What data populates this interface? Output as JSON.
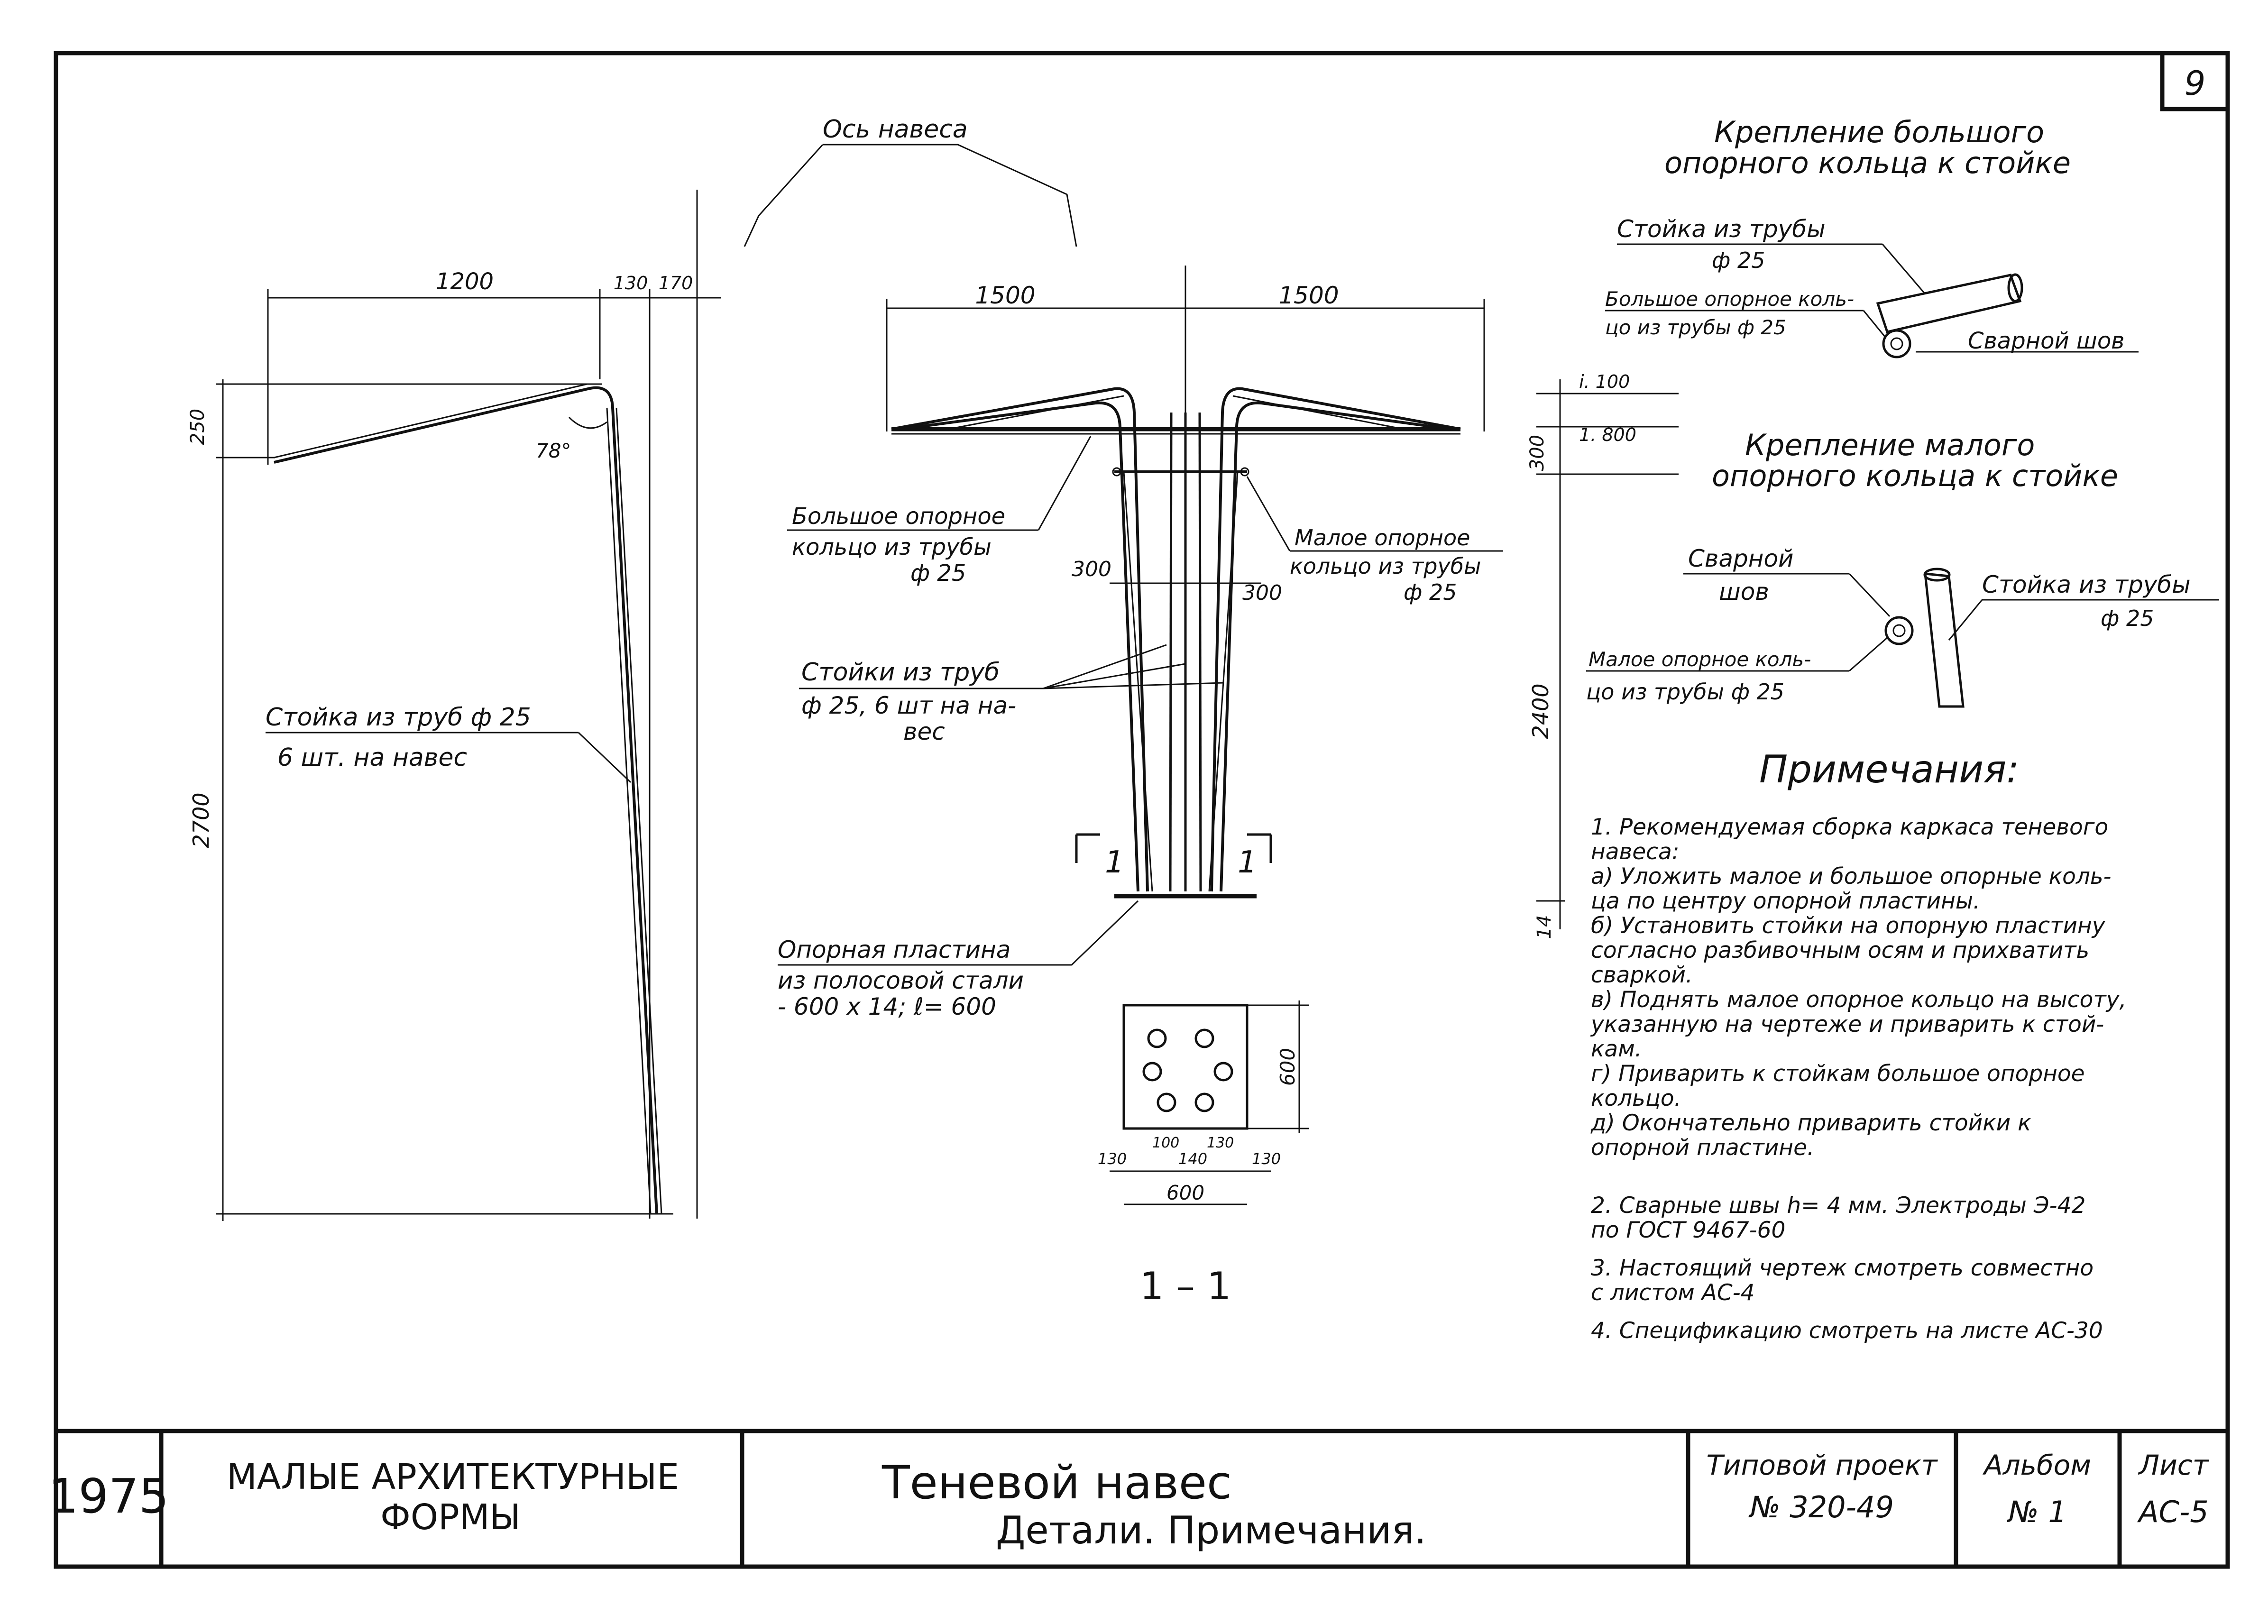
{
  "sheet": {
    "number": "9",
    "year": "1975",
    "org_line1": "МАЛЫЕ АРХИТЕКТУРНЫЕ",
    "org_line2": "ФОРМЫ",
    "title_line1": "Теневой навес",
    "title_line2": "Детали. Примечания.",
    "project_label": "Типовой проект",
    "project_value": "№ 320-49",
    "album_label": "Альбом",
    "album_value": "№ 1",
    "list_label": "Лист",
    "list_value": "АС-5"
  },
  "side_view": {
    "dim_1200": "1200",
    "dim_130": "130",
    "dim_170": "170",
    "dim_250": "250",
    "angle_78": "78°",
    "dim_2700": "2700",
    "label_stoyka_1": "Стойка из труб ф 25",
    "label_stoyka_2": "6 шт. на навес"
  },
  "front_view": {
    "axis_label": "Ось навеса",
    "dim_1500_left": "1500",
    "dim_1500_right": "1500",
    "big_ring_1": "Большое опорное",
    "big_ring_2": "кольцо из трубы",
    "big_ring_3": "ф 25",
    "small_ring_1": "Малое опорное",
    "small_ring_2": "кольцо из трубы",
    "small_ring_3": "ф 25",
    "dim_300_left": "300",
    "dim_300_right": "300",
    "posts_1": "Стойки из труб",
    "posts_2": "ф 25, 6 шт на на-",
    "posts_3": "вес",
    "section_mark": "1",
    "plate_1": "Опорная пластина",
    "plate_2": "из полосовой стали",
    "plate_3": "- 600 x 14;  ℓ= 600",
    "dim_i100": "i. 100",
    "dim_i800": "1. 800",
    "dim_300_ring": "300",
    "dim_2400": "2400",
    "dim_14": "14",
    "plate_dim_600_side": "600",
    "plate_dim_130_l": "130",
    "plate_dim_100": "100",
    "plate_dim_140": "140",
    "plate_dim_130_m": "130",
    "plate_dim_130_r": "130",
    "plate_dim_600_bottom": "600",
    "section_label": "1 – 1"
  },
  "detail_big": {
    "title_1": "Крепление большого",
    "title_2": "опорного кольца к стойке",
    "stoyka_1": "Стойка из трубы",
    "stoyka_2": "ф 25",
    "ring_1": "Большое опорное коль-",
    "ring_2": "цо из трубы  ф 25",
    "weld": "Сварной шов"
  },
  "detail_small": {
    "title_1": "Крепление малого",
    "title_2": "опорного кольца к стойке",
    "weld_1": "Сварной",
    "weld_2": "шов",
    "stoyka_1": "Стойка из трубы",
    "stoyka_2": "ф 25",
    "ring_1": "Малое опорное коль-",
    "ring_2": "цо из трубы ф 25"
  },
  "notes": {
    "heading": "Примечания:",
    "lines": [
      "1. Рекомендуемая сборка каркаса теневого",
      "   навеса:",
      "   а) Уложить малое и большое опорные коль-",
      "   ца по центру опорной пластины.",
      "   б) Установить стойки на опорную пластину",
      "   согласно разбивочным осям и прихватить",
      "   сваркой.",
      "   в) Поднять малое опорное кольцо на высоту,",
      "   указанную на чертеже и приварить к стой-",
      "   кам.",
      "   г) Приварить к стойкам большое опорное",
      "   кольцо.",
      "   д) Окончательно приварить стойки к",
      "   опорной пластине.",
      "2. Сварные швы  h= 4 мм. Электроды Э-42",
      "   по ГОСТ 9467-60",
      "3. Настоящий чертеж смотреть совместно",
      "   с листом АС-4",
      "4. Спецификацию смотреть на листе АС-30"
    ]
  }
}
